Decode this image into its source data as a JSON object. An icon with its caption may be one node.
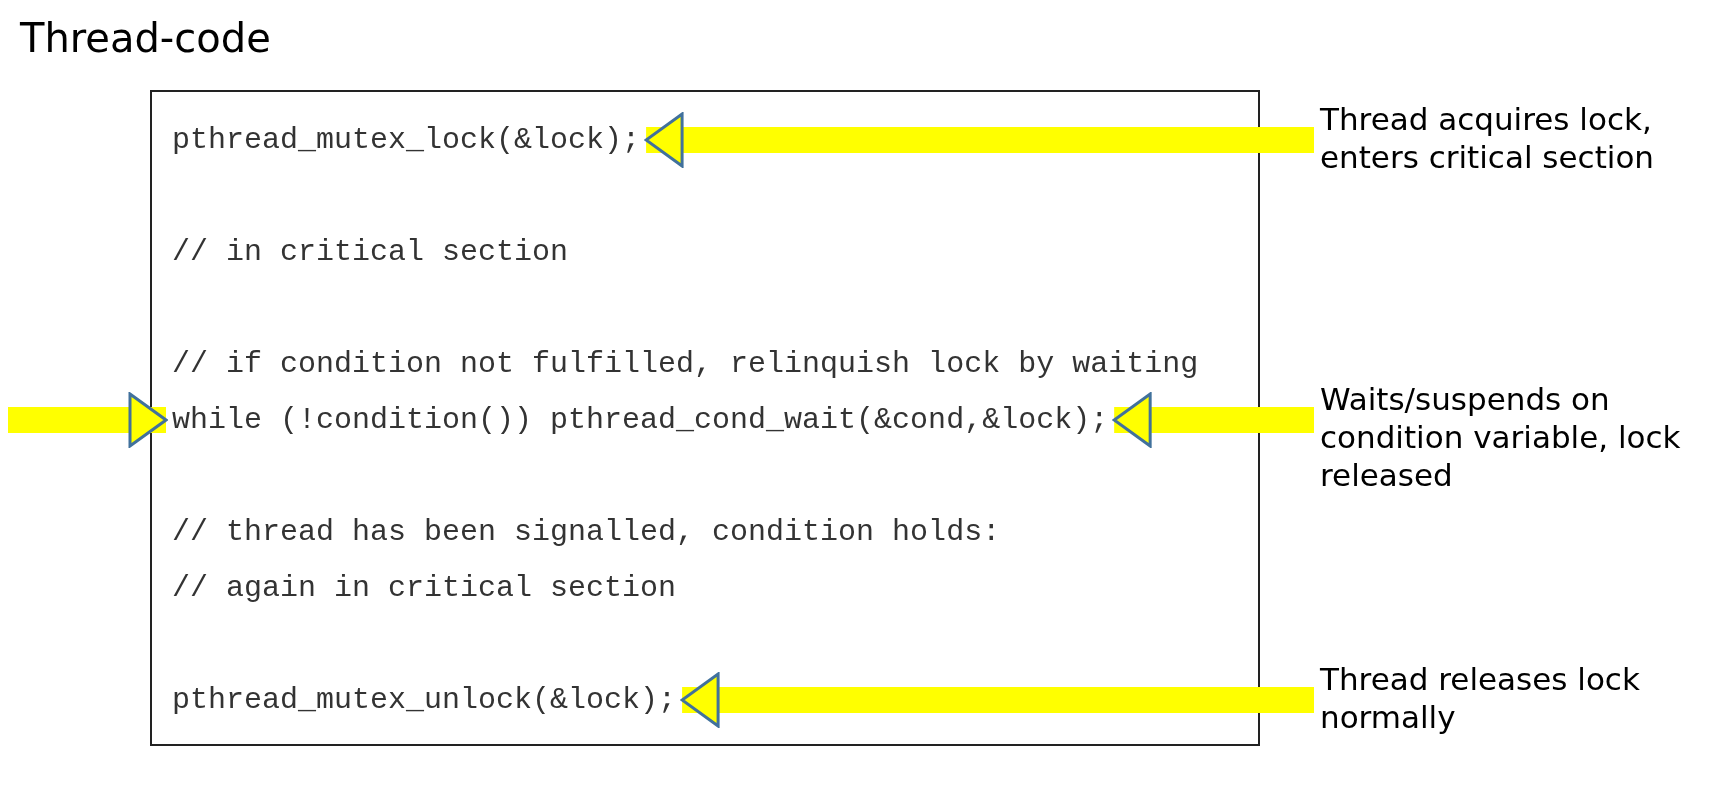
{
  "diagram": {
    "nodes": [
      {
        "text": [
          "Thread-code"
        ]
      },
      {
        "text": [
          "pthread_mutex_lock(&lock);"
        ],
        "in": 0
      },
      {
        "text": [
          "// in critical section"
        ],
        "in": 0
      },
      {
        "text": [
          "// if condition not fulfilled, relinquish lock by waiting"
        ],
        "in": 0
      },
      {
        "text": [
          "while (!condition()) pthread_cond_wait(&cond,&lock);"
        ],
        "in": 0
      },
      {
        "text": [
          "// thread has been signalled, condition holds:"
        ],
        "in": 0
      },
      {
        "text": [
          "// again in critical section"
        ],
        "in": 0
      },
      {
        "text": [
          "pthread_mutex_unlock(&lock);"
        ],
        "in": 0
      },
      {
        "text": [
          "Thread releases lock normally"
        ]
      },
      {
        "text": [
          "Thread acquires lock, enters critical section"
        ]
      },
      {
        "text": [
          "Waits/suspends on condition variable, lock released"
        ]
      }
    ],
    "edges": [
      {
        "from": 8,
        "to": 7,
        "arrow": "to"
      },
      {
        "from": 9,
        "to": 1,
        "arrow": "to"
      },
      {
        "from": 10,
        "to": 4,
        "arrow": "to"
      },
      {
        "from": null,
        "to": 4,
        "arrow": "to"
      }
    ]
  }
}
